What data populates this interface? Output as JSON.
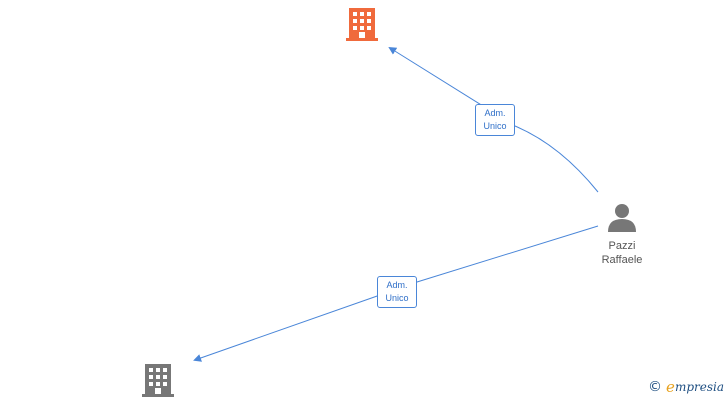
{
  "nodes": {
    "company_top": {
      "type": "company",
      "color": "#f06a3c",
      "icon": "building-icon"
    },
    "company_bottom": {
      "type": "company",
      "color": "#777777",
      "icon": "building-icon"
    },
    "person": {
      "type": "person",
      "color": "#777777",
      "icon": "person-icon",
      "name_line1": "Pazzi",
      "name_line2": "Raffaele"
    }
  },
  "edges": [
    {
      "from": "person",
      "to": "company_top",
      "label_line1": "Adm.",
      "label_line2": "Unico",
      "color": "#4a86d8"
    },
    {
      "from": "person",
      "to": "company_bottom",
      "label_line1": "Adm.",
      "label_line2": "Unico",
      "color": "#4a86d8"
    }
  ],
  "watermark": {
    "copyright_symbol": "©",
    "brand_first": "e",
    "brand_rest": "mpresia"
  }
}
